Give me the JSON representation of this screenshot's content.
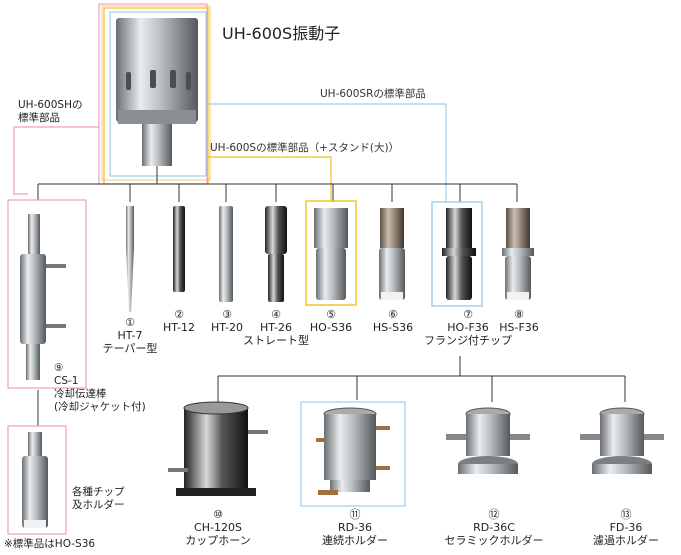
{
  "title": "UH-600S振動子",
  "callouts": {
    "sh": [
      "UH-600SHの",
      "標準部品"
    ],
    "sr": "UH-600SRの標準部品",
    "s": "UH-600Sの標準部品（+スタンド(大)）"
  },
  "tips": [
    {
      "num": "①",
      "name": "HT-7",
      "sub": "テーパー型"
    },
    {
      "num": "②",
      "name": "HT-12",
      "sub": ""
    },
    {
      "num": "③",
      "name": "HT-20",
      "sub": ""
    },
    {
      "num": "④",
      "name": "HT-26",
      "sub": "ストレート型"
    },
    {
      "num": "⑤",
      "name": "HO-S36",
      "sub": ""
    },
    {
      "num": "⑥",
      "name": "HS-S36",
      "sub": ""
    },
    {
      "num": "⑦",
      "name": "HO-F36",
      "sub": "フランジ付チップ"
    },
    {
      "num": "⑧",
      "name": "HS-F36",
      "sub": ""
    }
  ],
  "cs1": {
    "num": "⑨",
    "name": "CS-1",
    "line1": "冷却伝達棒",
    "line2": "(冷却ジャケット付)"
  },
  "holders": [
    {
      "num": "⑩",
      "name": "CH-120S",
      "sub": "カップホーン"
    },
    {
      "num": "⑪",
      "name": "RD-36",
      "sub": "連続ホルダー"
    },
    {
      "num": "⑫",
      "name": "RD-36C",
      "sub": "セラミックホルダー"
    },
    {
      "num": "⑬",
      "name": "FD-36",
      "sub": "濾過ホルダー"
    }
  ],
  "misc": {
    "tip_holder": [
      "各種チップ",
      "及ホルダー"
    ],
    "std_note": "※標準品はHO-S36"
  },
  "colors": {
    "pink": "#f0a0b8",
    "yellow": "#f0c020",
    "lightblue": "#9ccfe8",
    "orange": "#f0a040",
    "line": "#333333"
  }
}
